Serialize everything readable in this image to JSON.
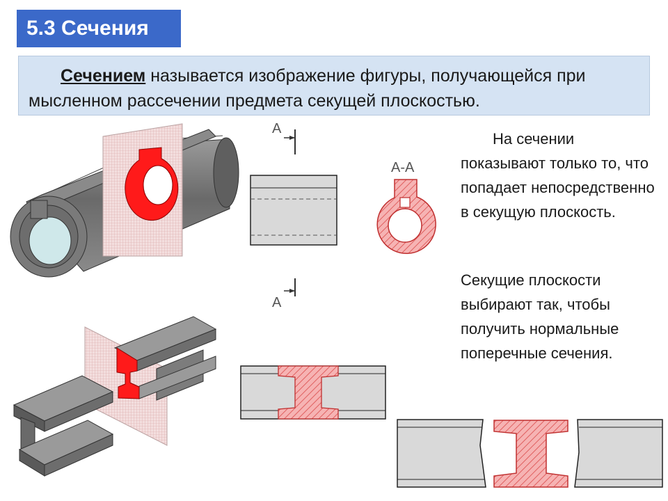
{
  "title": "5.3 Сечения",
  "definition": {
    "term": "Сечением",
    "rest": " называется изображение фигуры, получающейся при мысленном рассечении предмета секущей плоскостью."
  },
  "notes": [
    "На сечении показывают только то, что попадает непосредственно в секущую плоскость.",
    "Секущие плоскости выбирают так, чтобы получить нормальные поперечные сечения."
  ],
  "labels": {
    "cut_top": "A",
    "cut_bottom": "A",
    "section_name": "A-A"
  },
  "colors": {
    "title_bg": "#3b69c9",
    "definition_bg": "#d5e3f3",
    "section_red": "#ff1a1a",
    "section_hatch": "#f39a9a",
    "part_gray": "#7b7b7b"
  }
}
